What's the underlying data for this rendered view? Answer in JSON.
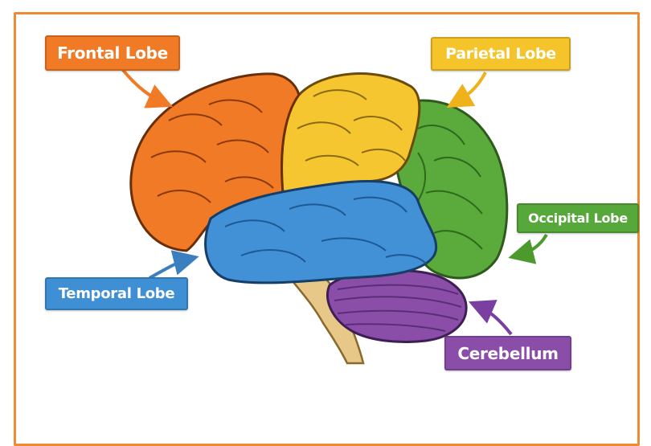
{
  "labels": {
    "frontal": "Frontal Lobe",
    "parietal": "Parietal Lobe",
    "occipital": "Occipital Lobe",
    "temporal": "Temporal Lobe",
    "cerebellum": "Cerebellum"
  },
  "colors": {
    "border": "#ef8a33",
    "frontal": "#f07a26",
    "parietal": "#f5c42a",
    "occipital": "#56a83a",
    "temporal": "#3f8fd4",
    "cerebellum": "#8a4ea8",
    "brainstem": "#e8c889"
  }
}
